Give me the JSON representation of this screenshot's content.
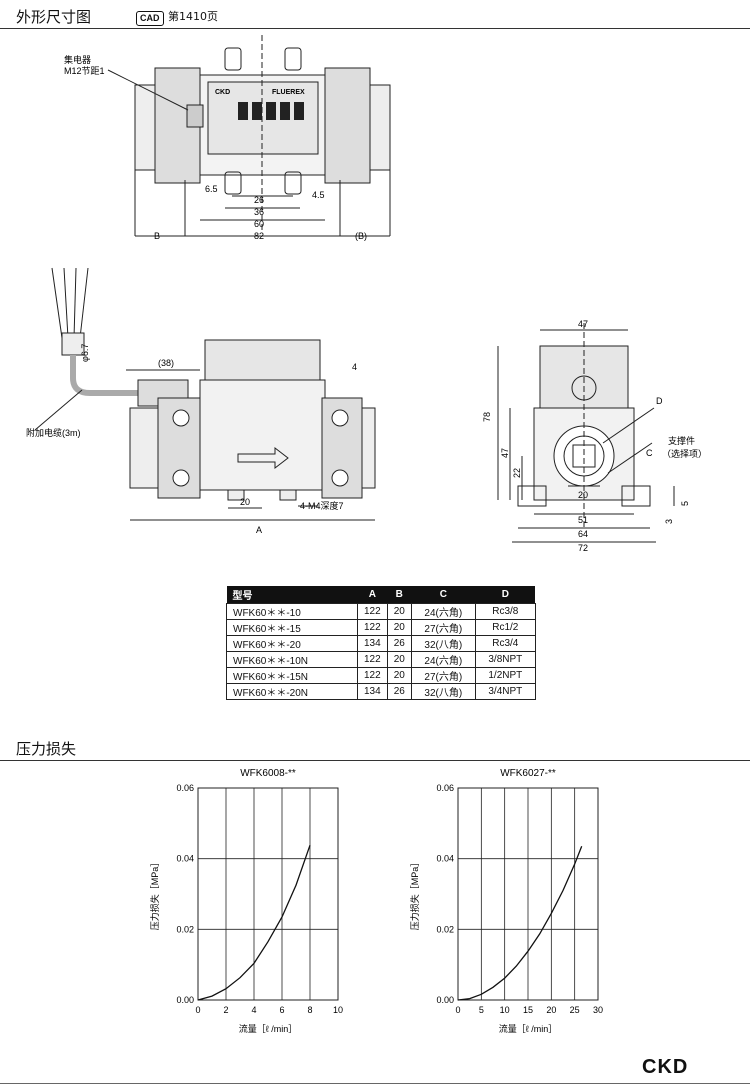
{
  "header": {
    "title": "外形尺寸图",
    "cad_badge": "CAD",
    "cad_ref": "第1410页"
  },
  "top_view": {
    "label_connector": "集电器",
    "label_connector_thread": "M12节距1",
    "display_brand": "CKD",
    "display_product": "FLUEREX",
    "dims": [
      "6.5",
      "26",
      "36",
      "60",
      "82",
      "4.5",
      "B",
      "(B)"
    ]
  },
  "front_view": {
    "label_cable": "附加电缆(3m)",
    "label_tap": "4-M4深度7",
    "dims": [
      "φ6.7",
      "(38)",
      "4",
      "20",
      "A"
    ]
  },
  "side_view": {
    "label_d": "D",
    "label_bracket_1": "支撑件",
    "label_bracket_2": "（选择项）",
    "dims": [
      "47",
      "78",
      "47",
      "22",
      "C",
      "20",
      "51",
      "64",
      "72",
      "5",
      "3"
    ]
  },
  "spec_table": {
    "headers": [
      "型号",
      "A",
      "B",
      "C",
      "D"
    ],
    "rows": [
      [
        "WFK60＊＊-10",
        "122",
        "20",
        "24(六角)",
        "Rc3/8"
      ],
      [
        "WFK60＊＊-15",
        "122",
        "20",
        "27(六角)",
        "Rc1/2"
      ],
      [
        "WFK60＊＊-20",
        "134",
        "26",
        "32(八角)",
        "Rc3/4"
      ],
      [
        "WFK60＊＊-10N",
        "122",
        "20",
        "24(六角)",
        "3/8NPT"
      ],
      [
        "WFK60＊＊-15N",
        "122",
        "20",
        "27(六角)",
        "1/2NPT"
      ],
      [
        "WFK60＊＊-20N",
        "134",
        "26",
        "32(八角)",
        "3/4NPT"
      ]
    ]
  },
  "pressure_section": {
    "title": "压力损失"
  },
  "chart_data": [
    {
      "type": "line",
      "title": "WFK6008-**",
      "xlabel": "流量［ℓ /min］",
      "ylabel": "压力损失［MPa］",
      "xlim": [
        0,
        10
      ],
      "ylim": [
        0,
        0.06
      ],
      "xticks": [
        "0",
        "2",
        "4",
        "6",
        "8",
        "10"
      ],
      "yticks": [
        "0.00",
        "0.02",
        "0.04",
        "0.06"
      ],
      "grid": true,
      "series": [
        {
          "x": [
            0,
            1,
            2,
            3,
            4,
            5,
            6,
            7,
            8
          ],
          "y": [
            0.0,
            0.0011,
            0.0032,
            0.0063,
            0.0104,
            0.0165,
            0.0235,
            0.0325,
            0.0438
          ]
        }
      ]
    },
    {
      "type": "line",
      "title": "WFK6027-**",
      "xlabel": "流量［ℓ /min］",
      "ylabel": "压力损失［MPa］",
      "xlim": [
        0,
        30
      ],
      "ylim": [
        0,
        0.06
      ],
      "xticks": [
        "0",
        "5",
        "10",
        "15",
        "20",
        "25",
        "30"
      ],
      "yticks": [
        "0.00",
        "0.02",
        "0.04",
        "0.06"
      ],
      "grid": true,
      "series": [
        {
          "x": [
            0,
            2.5,
            5,
            7.5,
            10,
            12.5,
            15,
            17.5,
            20,
            22.5,
            25,
            26.5
          ],
          "y": [
            0.0,
            0.0004,
            0.0016,
            0.0036,
            0.0062,
            0.0096,
            0.0138,
            0.0187,
            0.0245,
            0.031,
            0.0385,
            0.0435
          ]
        }
      ]
    }
  ],
  "footer": {
    "brand": "CKD"
  }
}
